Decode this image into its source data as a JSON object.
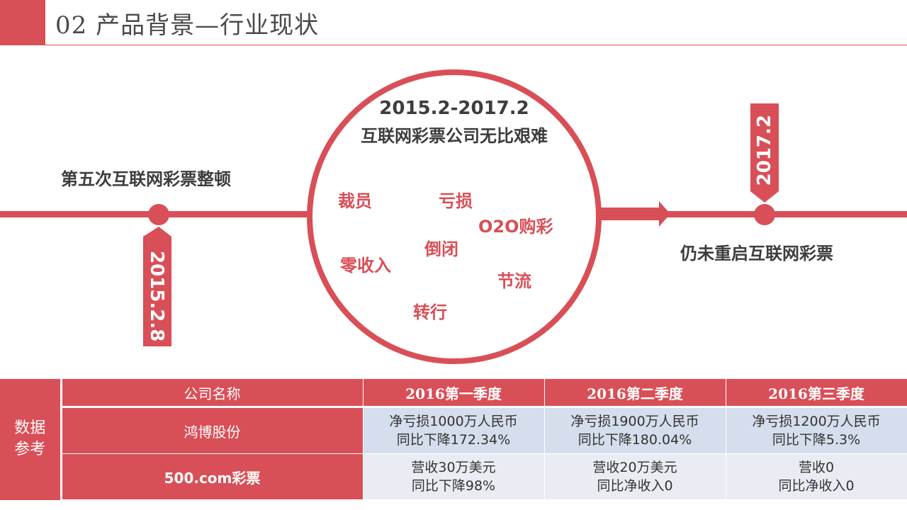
{
  "header": {
    "title": "02  产品背景—行业现状"
  },
  "timeline": {
    "left_event": "第五次互联网彩票整顿",
    "left_date": "2015.2.8",
    "circle_period": "2015.2-2017.2",
    "circle_title": "互联网彩票公司无比艰难",
    "keywords": [
      "裁员",
      "亏损",
      "O2O购彩",
      "倒闭",
      "零收入",
      "节流",
      "转行"
    ],
    "right_date": "2017.2",
    "right_event": "仍未重启互联网彩票"
  },
  "table": {
    "side_label": [
      "数据",
      "参考"
    ],
    "headers": [
      "公司名称",
      "2016第一季度",
      "2016第二季度",
      "2016第三季度"
    ],
    "rows": [
      {
        "name": "鸿博股份",
        "cells": [
          [
            "净亏损1000万人民币",
            "同比下降172.34%"
          ],
          [
            "净亏损1900万人民币",
            "同比下降180.04%"
          ],
          [
            "净亏损1200万人民币",
            "同比下降5.3%"
          ]
        ]
      },
      {
        "name": "500.com彩票",
        "cells": [
          [
            "营收30万美元",
            "同比下降98%"
          ],
          [
            "营收20万美元",
            "同比净收入0"
          ],
          [
            "营收0",
            "同比净收入0"
          ]
        ]
      }
    ]
  },
  "colors": {
    "accent": "#d94f57",
    "cell_light": "#d5deed",
    "cell_lighter": "#e9edf3"
  }
}
